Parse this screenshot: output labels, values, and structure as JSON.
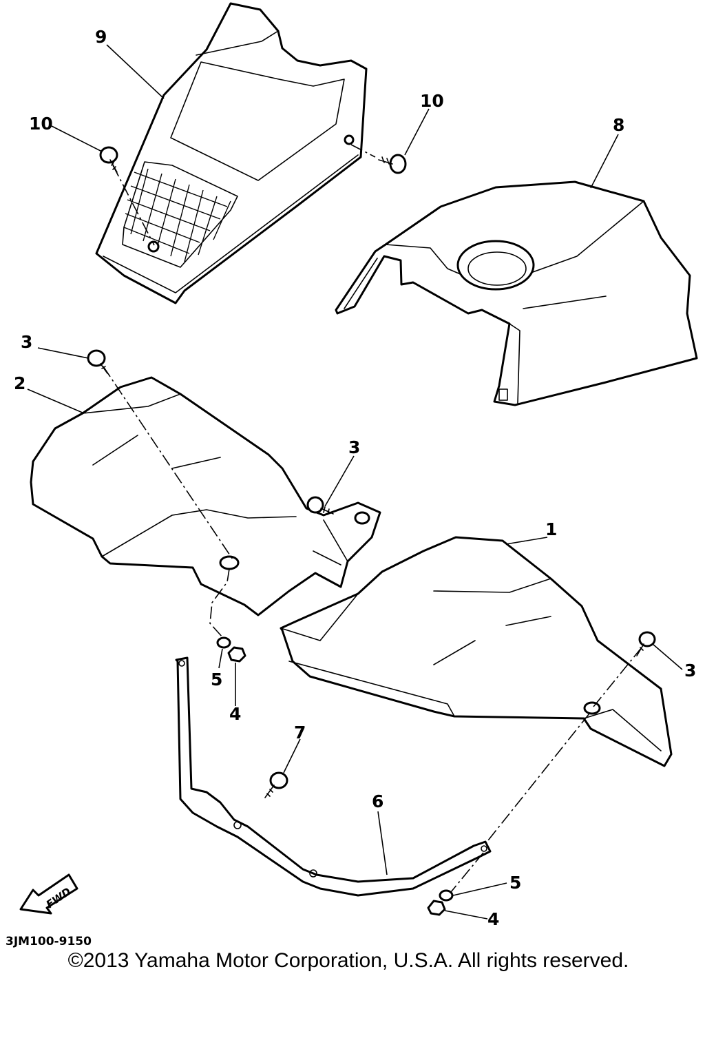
{
  "diagram": {
    "callouts": {
      "fender_front": "1",
      "fender_rear": "2",
      "bolt_3a": "3",
      "bolt_3b": "3",
      "bolt_3c": "3",
      "nut_4a": "4",
      "nut_4b": "4",
      "washer_5a": "5",
      "washer_5b": "5",
      "stay": "6",
      "bolt_7": "7",
      "tank_cover": "8",
      "headlight_cover": "9",
      "screw_10a": "10",
      "screw_10b": "10"
    },
    "fwd_label": "FWD",
    "drawing_number": "3JM100-9150"
  },
  "footer": {
    "copyright": "©2013 Yamaha Motor Corporation, U.S.A. All rights reserved."
  }
}
